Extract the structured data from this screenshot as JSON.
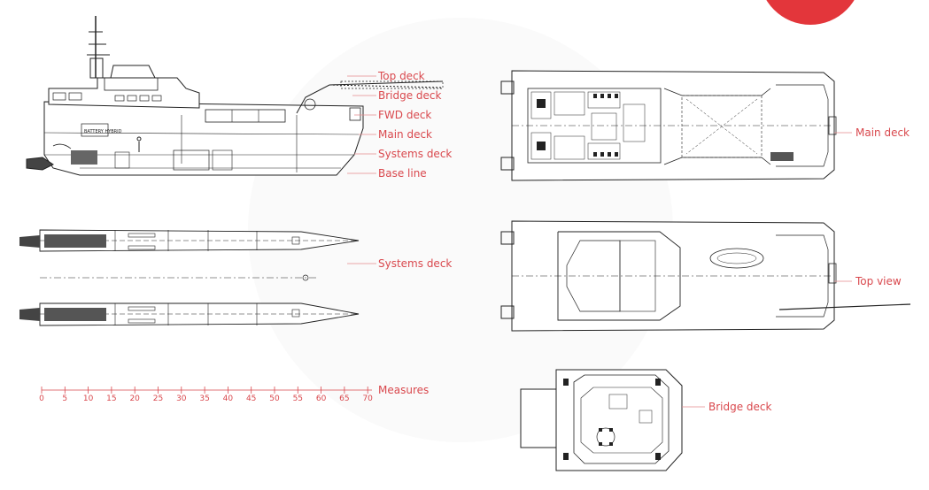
{
  "labels": {
    "top_deck": "Top deck",
    "bridge_deck": "Bridge deck",
    "fwd_deck": "FWD deck",
    "main_deck": "Main deck",
    "systems_deck": "Systems deck",
    "base_line": "Base line",
    "systems_deck_plan": "Systems deck",
    "measures": "Measures",
    "main_deck_plan": "Main deck",
    "top_view": "Top view",
    "bridge_deck_plan": "Bridge deck"
  },
  "scale": {
    "ticks": [
      "0",
      "5",
      "10",
      "15",
      "20",
      "25",
      "30",
      "35",
      "40",
      "45",
      "50",
      "55",
      "60",
      "65",
      "70"
    ]
  },
  "hull_marking": "BATTERY HYBRID",
  "colors": {
    "accent": "#d9484d",
    "line": "#222222",
    "leader": "#e58a8d"
  }
}
